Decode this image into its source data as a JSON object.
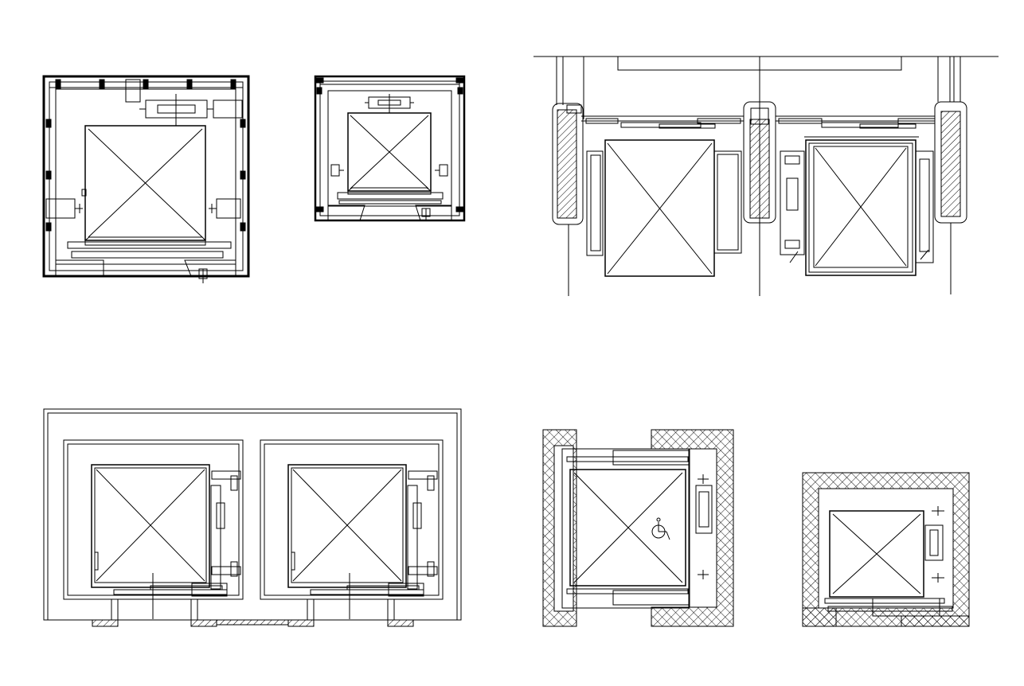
{
  "drawing": {
    "kind": "elevator shaft plan details",
    "views": [
      {
        "id": "view-1",
        "symbol": "car-with-cross"
      },
      {
        "id": "view-2",
        "symbol": "car-with-cross"
      },
      {
        "id": "view-3",
        "symbol": "twin-car-with-cross"
      },
      {
        "id": "view-4",
        "symbol": "twin-car-with-cross"
      },
      {
        "id": "view-5",
        "symbol": "car-with-cross-and-wheelchair"
      },
      {
        "id": "view-6",
        "symbol": "car-with-cross"
      }
    ],
    "colors": {
      "line": "#000000",
      "background": "#ffffff"
    },
    "icons": [
      "wheelchair-icon",
      "hatch-pattern",
      "crosshatch-pattern"
    ]
  }
}
